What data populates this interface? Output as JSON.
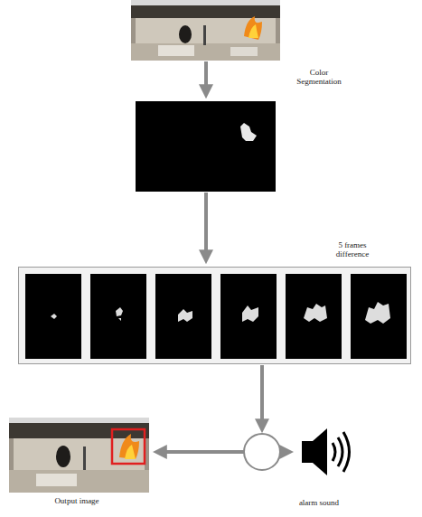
{
  "diagram": {
    "nodes": [
      {
        "text": [
          "5 frames difference"
        ]
      }
    ],
    "labels": [
      "Color Segmentation",
      "Output image",
      "alarm sound"
    ]
  }
}
